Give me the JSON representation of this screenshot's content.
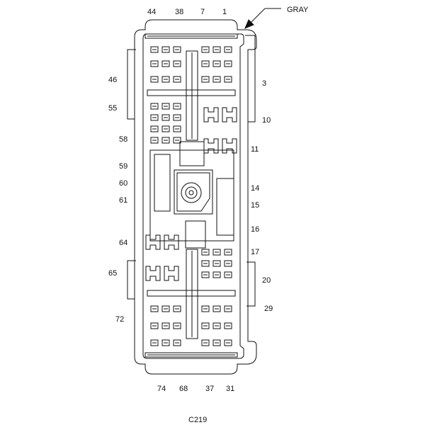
{
  "connector": {
    "name": "C219",
    "color_callout": "GRAY",
    "pin_labels_top": [
      "44",
      "38",
      "7",
      "1"
    ],
    "pin_labels_bottom": [
      "74",
      "68",
      "37",
      "31"
    ],
    "pin_labels_left": [
      "46",
      "55",
      "58",
      "59",
      "60",
      "61",
      "64",
      "65",
      "72"
    ],
    "pin_labels_right": [
      "3",
      "10",
      "11",
      "14",
      "15",
      "16",
      "17",
      "20",
      "29"
    ]
  },
  "colors": {
    "line": "#111111",
    "background": "#ffffff"
  }
}
